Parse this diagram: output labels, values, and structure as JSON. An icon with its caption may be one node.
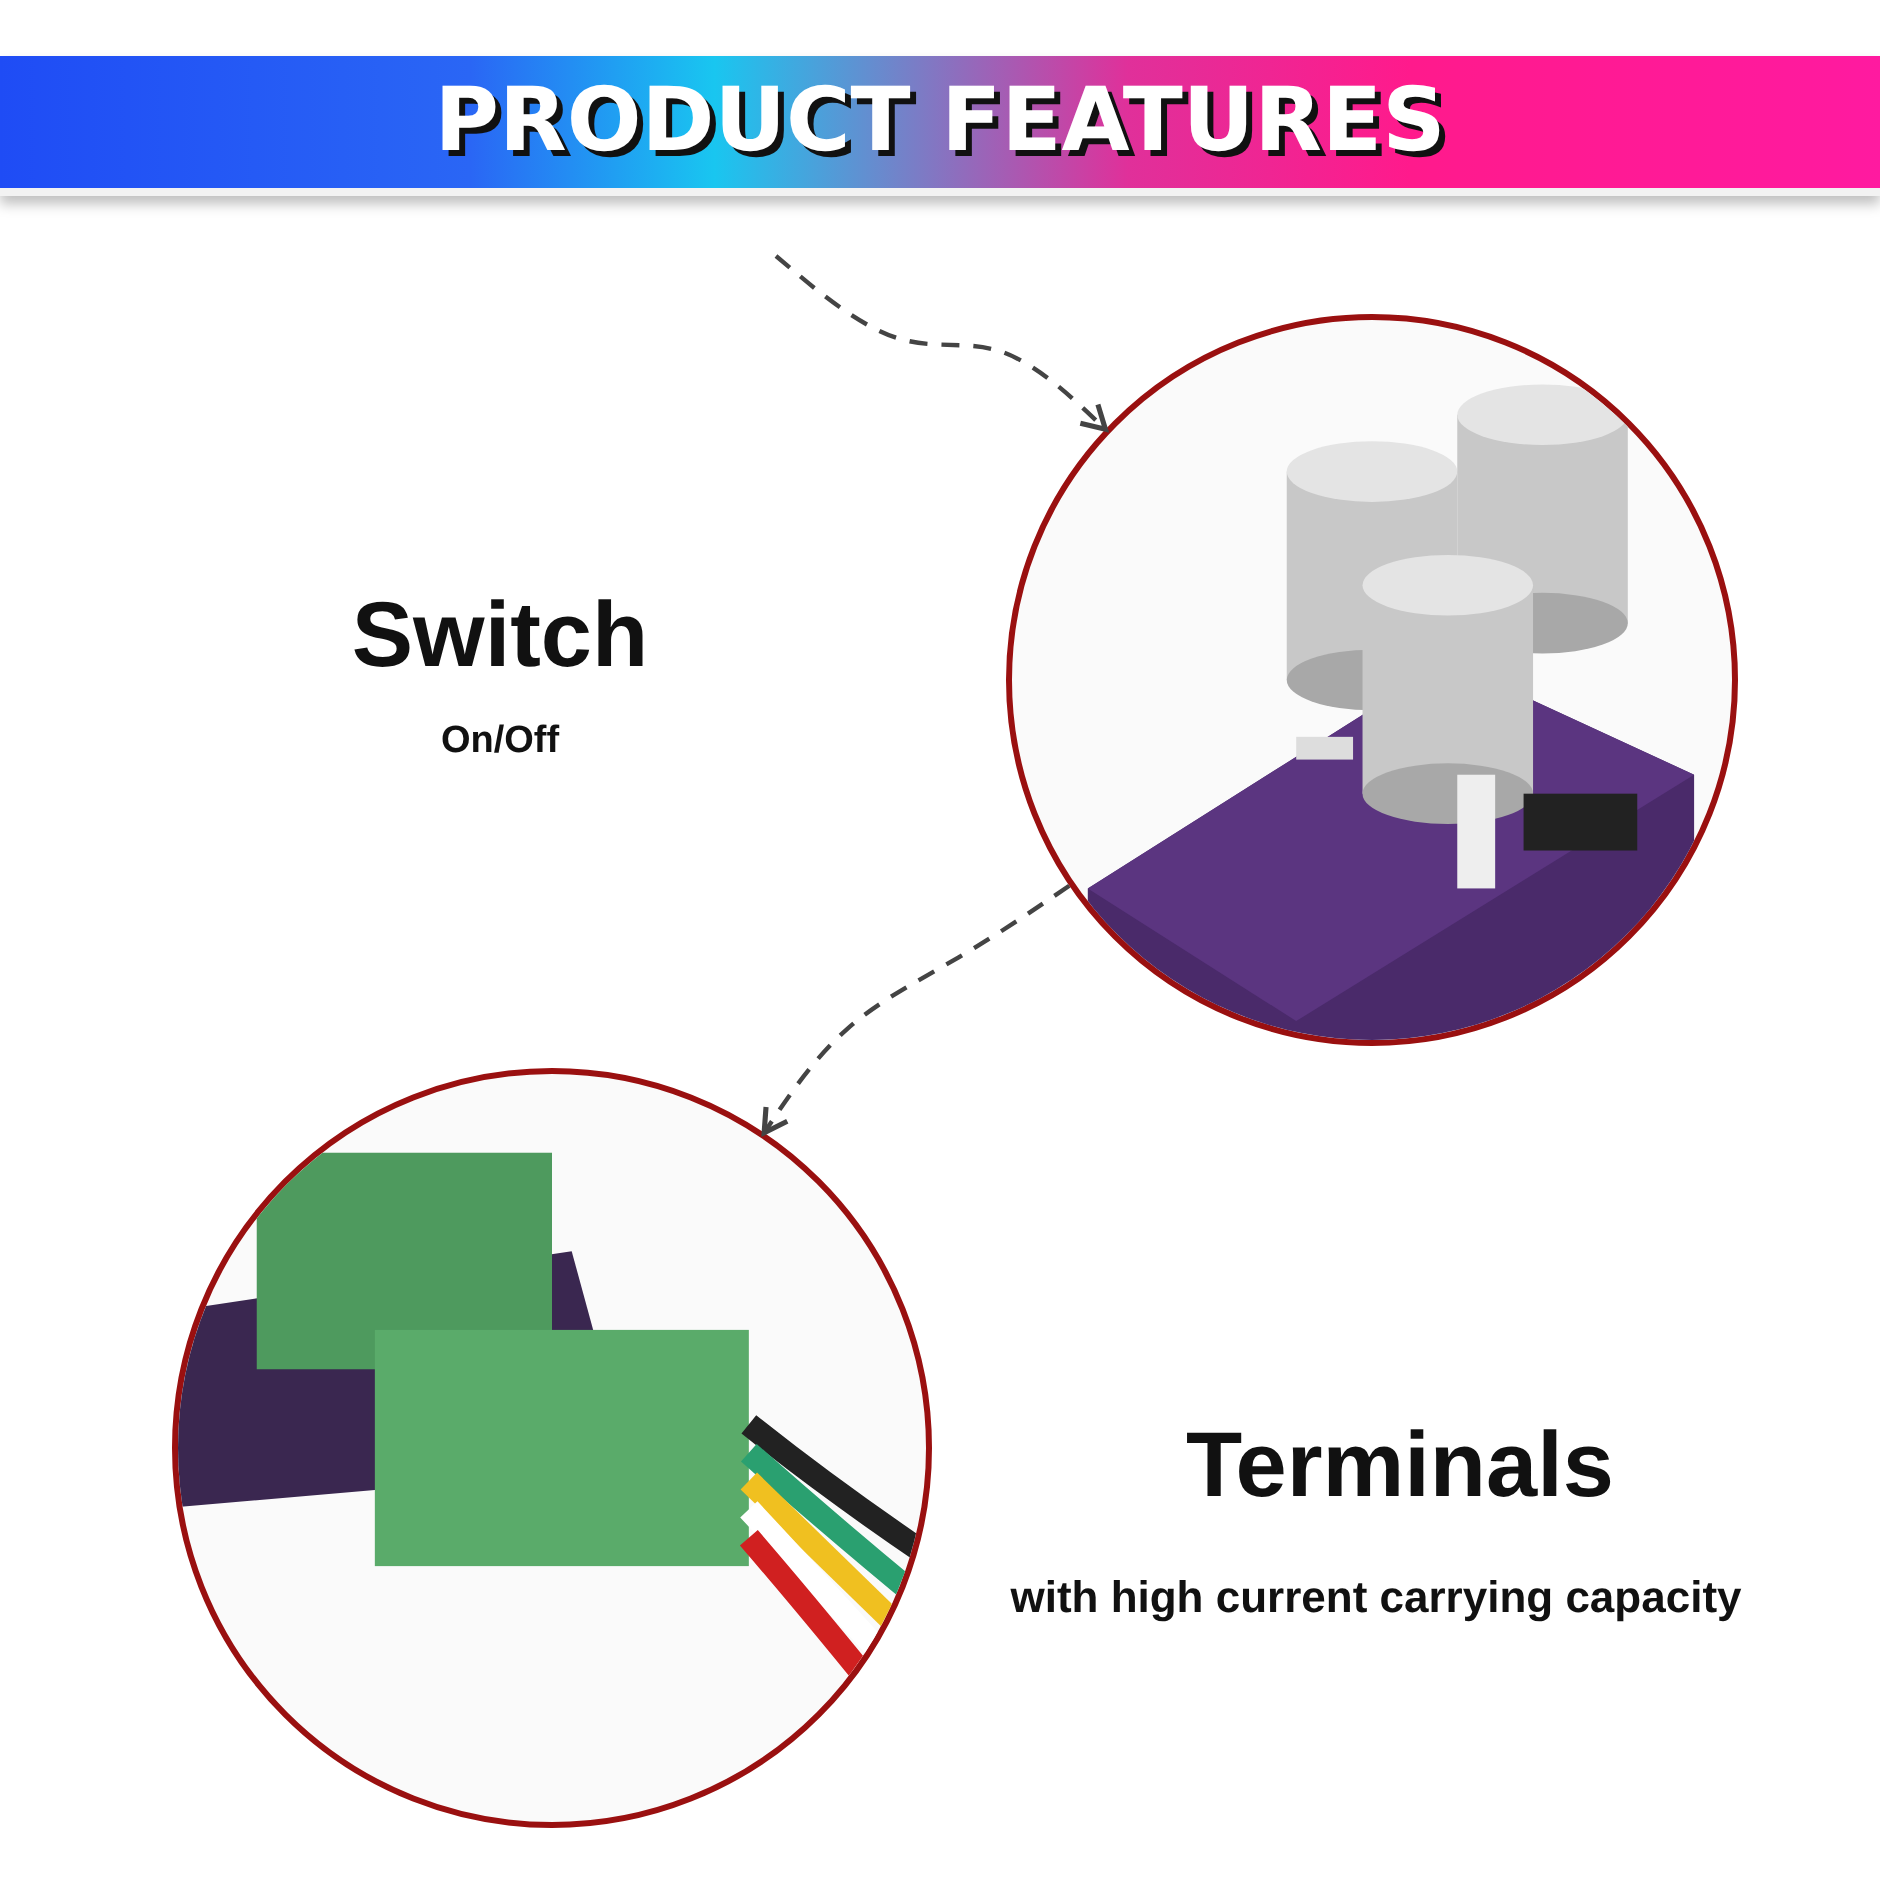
{
  "diagram": {
    "title": "PRODUCT FEATURES",
    "nodes": [
      {
        "text": [],
        "shape": "picture"
      },
      {
        "text": [],
        "shape": "picture"
      }
    ],
    "edges": [
      {
        "from": null,
        "to": 0,
        "arrow": "to",
        "style": "dashed"
      },
      {
        "from": 0,
        "to": 1,
        "arrow": "to",
        "style": "dashed"
      }
    ],
    "labels": [
      "Switch",
      "On/Off",
      "Terminals",
      "with high current carrying capacity"
    ]
  }
}
